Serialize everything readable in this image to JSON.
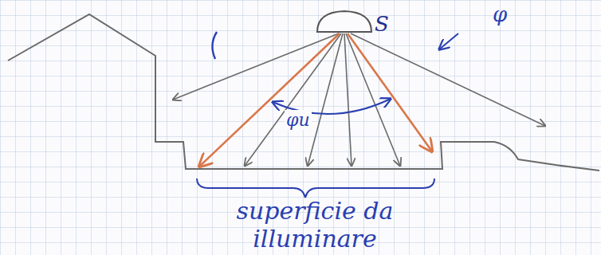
{
  "diagram": {
    "labels": [
      "S",
      "φ",
      "φu",
      "superficie da illuminare"
    ]
  }
}
